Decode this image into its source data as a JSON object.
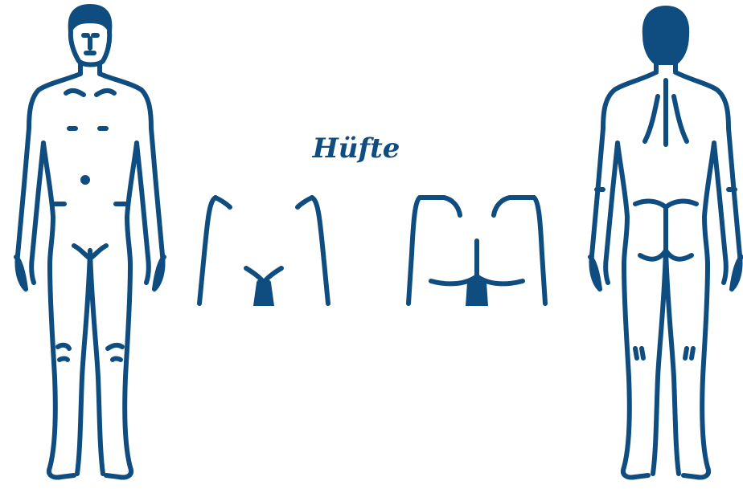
{
  "region": {
    "title": "Hüfte"
  },
  "colors": {
    "outline": "#0f4d80",
    "background": "#ffffff"
  },
  "figures": {
    "front": "front-body-outline",
    "back": "back-body-outline"
  }
}
